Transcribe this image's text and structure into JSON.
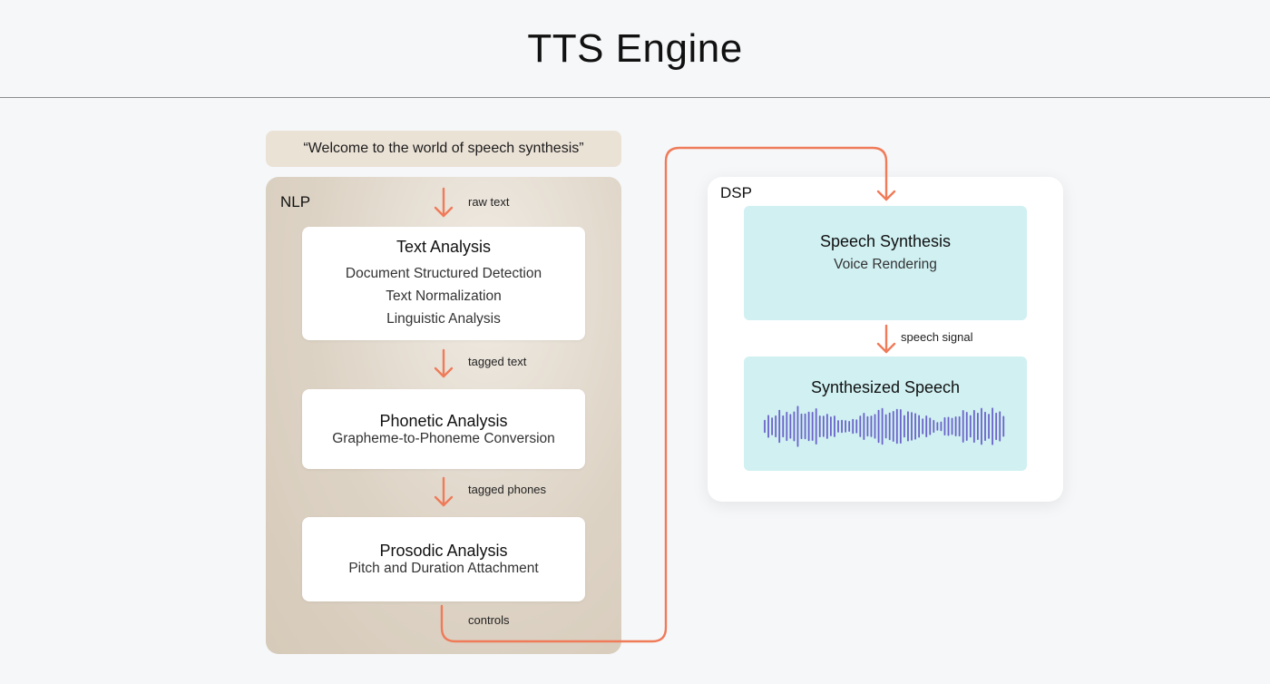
{
  "header": {
    "title": "TTS Engine"
  },
  "input": {
    "text": "“Welcome to the world of speech synthesis”"
  },
  "nlp": {
    "label": "NLP",
    "text_analysis": {
      "title": "Text Analysis",
      "items": [
        "Document Structured Detection",
        "Text Normalization",
        "Linguistic Analysis"
      ]
    },
    "phonetic_analysis": {
      "title": "Phonetic Analysis",
      "subtitle": "Grapheme-to-Phoneme Conversion"
    },
    "prosodic_analysis": {
      "title": "Prosodic Analysis",
      "subtitle": "Pitch and Duration Attachment"
    }
  },
  "edges": {
    "raw_text": "raw text",
    "tagged_text": "tagged text",
    "tagged_phones": "tagged phones",
    "controls": "controls",
    "speech_signal": "speech signal"
  },
  "dsp": {
    "label": "DSP",
    "speech_synthesis": {
      "title": "Speech Synthesis",
      "subtitle": "Voice Rendering"
    },
    "synthesized_speech": {
      "title": "Synthesized Speech"
    }
  },
  "colors": {
    "arrow": "#ef7b59",
    "waveform": "#6b63c9",
    "teal_card": "#d0f0f2",
    "nlp_panel": "#ddd3c5",
    "input_box": "#ebe2d6"
  },
  "icons": {
    "waveform": "waveform-icon",
    "arrow": "arrow-down-icon"
  }
}
